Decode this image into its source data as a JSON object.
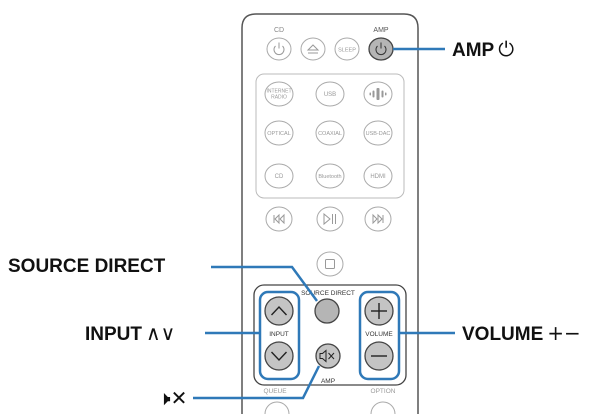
{
  "remote": {
    "top_labels": {
      "cd": "CD",
      "amp": "AMP"
    },
    "row1": {
      "sleep": "SLEEP"
    },
    "row2": {
      "internet_radio_line1": "INTERNET",
      "internet_radio_line2": "RADIO",
      "usb": "USB"
    },
    "row3": {
      "optical": "OPTICAL",
      "coaxial": "COAXIAL",
      "usb_dac": "USB-DAC"
    },
    "row4": {
      "cd": "CD",
      "bluetooth": "Bluetooth",
      "hdmi": "HDMI"
    },
    "panel": {
      "source_direct": "SOURCE DIRECT",
      "input": "INPUT",
      "volume": "VOLUME",
      "amp": "AMP",
      "queue": "QUEUE",
      "option": "OPTION"
    }
  },
  "callouts": {
    "amp_power": {
      "text": "AMP",
      "symbol": "⏻"
    },
    "source_direct": {
      "text": "SOURCE DIRECT"
    },
    "input": {
      "text": "INPUT",
      "symbol": "∧∨"
    },
    "volume": {
      "text": "VOLUME",
      "symbol": "+−"
    },
    "mute": {
      "symbol": "🕨✕"
    }
  },
  "colors": {
    "highlight": "#2f79b8",
    "remote_outline": "#555555",
    "button_outline": "#aaaaaa",
    "label_gray": "#888888"
  }
}
